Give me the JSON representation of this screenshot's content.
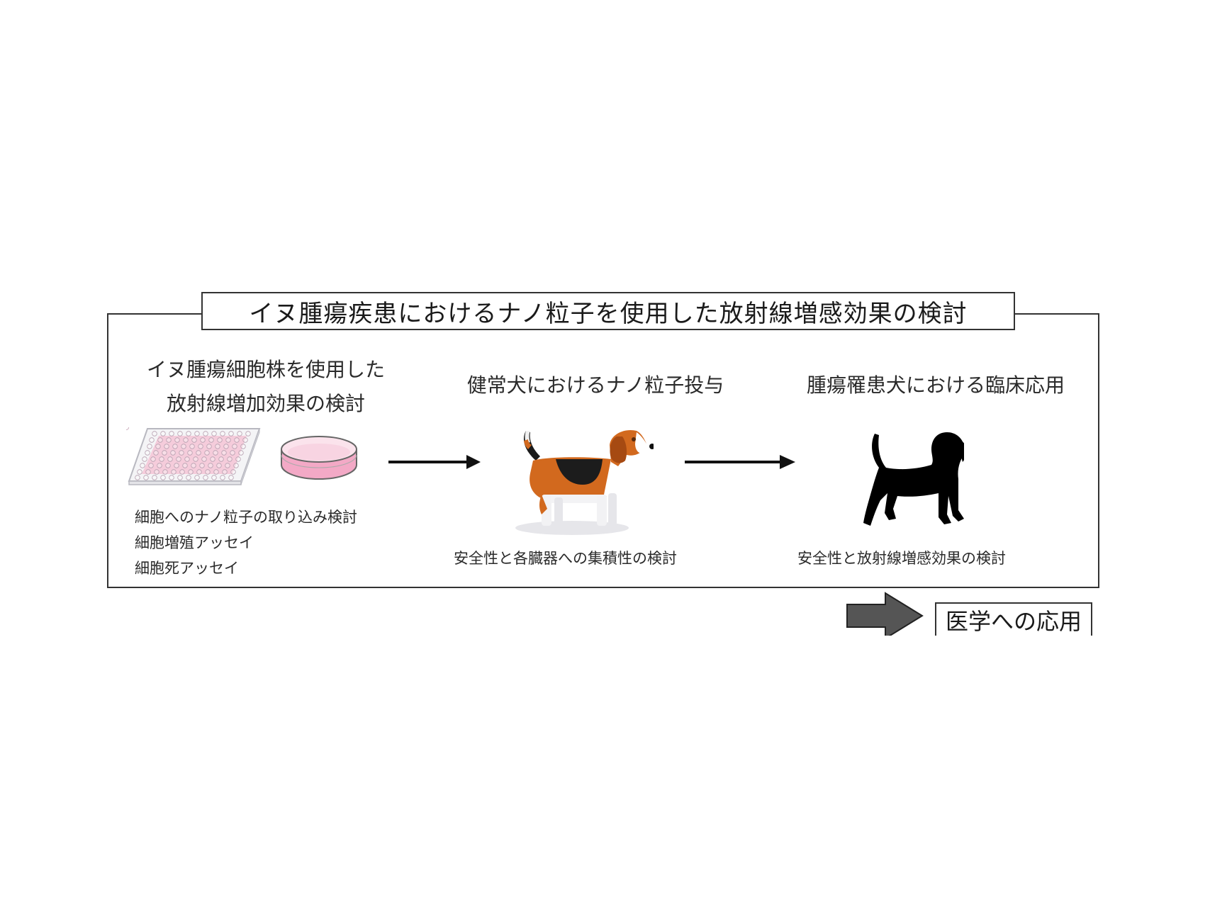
{
  "diagram": {
    "title": "イヌ腫瘍疾患におけるナノ粒子を使用した放射線増感効果の検討",
    "steps": [
      {
        "heading_lines": [
          "イヌ腫瘍細胞株を使用した",
          "放射線増加効果の検討"
        ],
        "icons": [
          "well-plate-icon",
          "petri-dish-icon"
        ],
        "captions": [
          "細胞へのナノ粒子の取り込み検討",
          "細胞増殖アッセイ",
          "細胞死アッセイ"
        ]
      },
      {
        "heading_lines": [
          "健常犬におけるナノ粒子投与"
        ],
        "icons": [
          "beagle-dog-icon"
        ],
        "captions": [
          "安全性と各臓器への集積性の検討"
        ]
      },
      {
        "heading_lines": [
          "腫瘍罹患犬における臨床応用"
        ],
        "icons": [
          "dog-silhouette-icon"
        ],
        "captions": [
          "安全性と放射線増感効果の検討"
        ]
      }
    ],
    "outcome": {
      "label": "医学への応用",
      "arrow_color": "#555555"
    },
    "colors": {
      "border": "#333333",
      "pink": "#f2b8cf",
      "beagle_orange": "#d2691e",
      "beagle_black": "#1a1a1a",
      "silhouette": "#000000"
    }
  }
}
